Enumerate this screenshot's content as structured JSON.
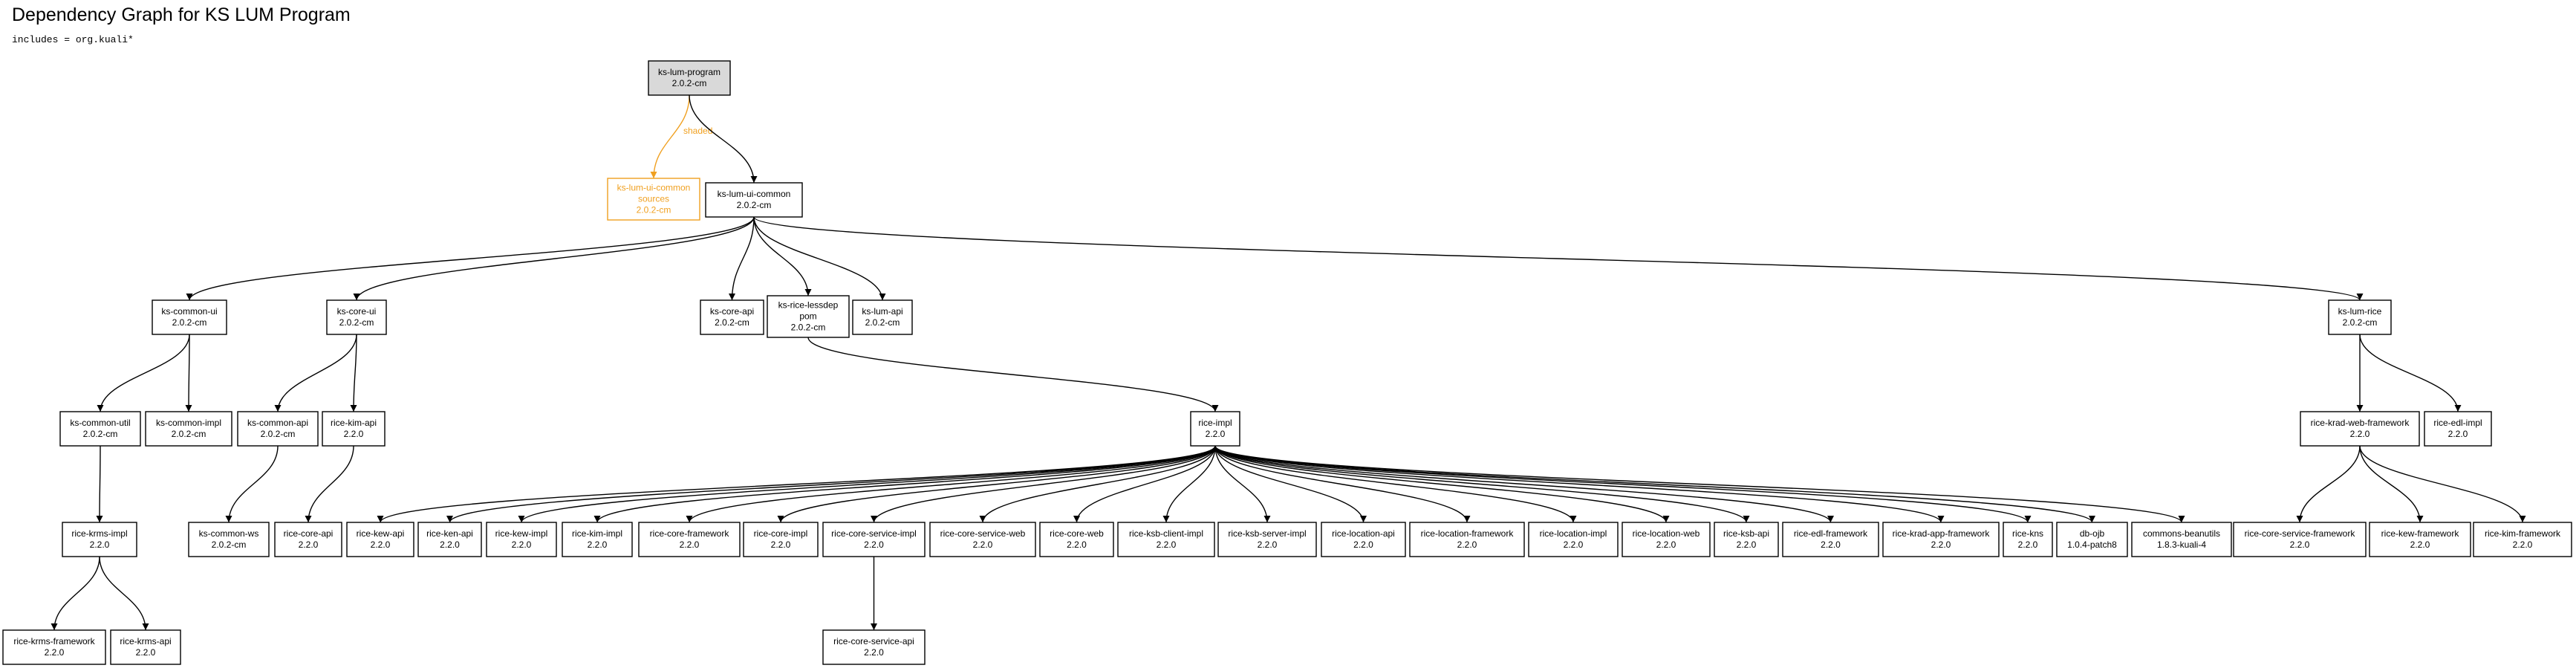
{
  "header": {
    "title": "Dependency Graph for KS LUM Program",
    "subtitle": "includes = org.kuali*"
  },
  "colors": {
    "normal_stroke": "#000000",
    "root_fill": "#d9d9d9",
    "shaded_stroke": "#f0a020"
  },
  "graph": {
    "nodes": [
      {
        "id": "ks-lum-program",
        "lines": [
          "ks-lum-program",
          "2.0.2-cm"
        ],
        "style": "root"
      },
      {
        "id": "ks-lum-ui-common-sources",
        "lines": [
          "ks-lum-ui-common",
          "sources",
          "2.0.2-cm"
        ],
        "style": "shaded"
      },
      {
        "id": "ks-lum-ui-common",
        "lines": [
          "ks-lum-ui-common",
          "2.0.2-cm"
        ],
        "style": "normal"
      },
      {
        "id": "ks-common-ui",
        "lines": [
          "ks-common-ui",
          "2.0.2-cm"
        ],
        "style": "normal"
      },
      {
        "id": "ks-core-ui",
        "lines": [
          "ks-core-ui",
          "2.0.2-cm"
        ],
        "style": "normal"
      },
      {
        "id": "ks-core-api",
        "lines": [
          "ks-core-api",
          "2.0.2-cm"
        ],
        "style": "normal"
      },
      {
        "id": "ks-rice-lessdep-pom",
        "lines": [
          "ks-rice-lessdep",
          "pom",
          "2.0.2-cm"
        ],
        "style": "normal"
      },
      {
        "id": "ks-lum-api",
        "lines": [
          "ks-lum-api",
          "2.0.2-cm"
        ],
        "style": "normal"
      },
      {
        "id": "ks-lum-rice",
        "lines": [
          "ks-lum-rice",
          "2.0.2-cm"
        ],
        "style": "normal"
      },
      {
        "id": "ks-common-util",
        "lines": [
          "ks-common-util",
          "2.0.2-cm"
        ],
        "style": "normal"
      },
      {
        "id": "ks-common-impl",
        "lines": [
          "ks-common-impl",
          "2.0.2-cm"
        ],
        "style": "normal"
      },
      {
        "id": "ks-common-api",
        "lines": [
          "ks-common-api",
          "2.0.2-cm"
        ],
        "style": "normal"
      },
      {
        "id": "rice-kim-api",
        "lines": [
          "rice-kim-api",
          "2.2.0"
        ],
        "style": "normal"
      },
      {
        "id": "rice-impl",
        "lines": [
          "rice-impl",
          "2.2.0"
        ],
        "style": "normal"
      },
      {
        "id": "rice-krad-web-framework",
        "lines": [
          "rice-krad-web-framework",
          "2.2.0"
        ],
        "style": "normal"
      },
      {
        "id": "rice-edl-impl",
        "lines": [
          "rice-edl-impl",
          "2.2.0"
        ],
        "style": "normal"
      },
      {
        "id": "rice-krms-impl",
        "lines": [
          "rice-krms-impl",
          "2.2.0"
        ],
        "style": "normal"
      },
      {
        "id": "ks-common-ws",
        "lines": [
          "ks-common-ws",
          "2.0.2-cm"
        ],
        "style": "normal"
      },
      {
        "id": "rice-core-api",
        "lines": [
          "rice-core-api",
          "2.2.0"
        ],
        "style": "normal"
      },
      {
        "id": "rice-kew-api",
        "lines": [
          "rice-kew-api",
          "2.2.0"
        ],
        "style": "normal"
      },
      {
        "id": "rice-ken-api",
        "lines": [
          "rice-ken-api",
          "2.2.0"
        ],
        "style": "normal"
      },
      {
        "id": "rice-kew-impl",
        "lines": [
          "rice-kew-impl",
          "2.2.0"
        ],
        "style": "normal"
      },
      {
        "id": "rice-kim-impl",
        "lines": [
          "rice-kim-impl",
          "2.2.0"
        ],
        "style": "normal"
      },
      {
        "id": "rice-core-framework",
        "lines": [
          "rice-core-framework",
          "2.2.0"
        ],
        "style": "normal"
      },
      {
        "id": "rice-core-impl",
        "lines": [
          "rice-core-impl",
          "2.2.0"
        ],
        "style": "normal"
      },
      {
        "id": "rice-core-service-impl",
        "lines": [
          "rice-core-service-impl",
          "2.2.0"
        ],
        "style": "normal"
      },
      {
        "id": "rice-core-service-web",
        "lines": [
          "rice-core-service-web",
          "2.2.0"
        ],
        "style": "normal"
      },
      {
        "id": "rice-core-web",
        "lines": [
          "rice-core-web",
          "2.2.0"
        ],
        "style": "normal"
      },
      {
        "id": "rice-ksb-client-impl",
        "lines": [
          "rice-ksb-client-impl",
          "2.2.0"
        ],
        "style": "normal"
      },
      {
        "id": "rice-ksb-server-impl",
        "lines": [
          "rice-ksb-server-impl",
          "2.2.0"
        ],
        "style": "normal"
      },
      {
        "id": "rice-location-api",
        "lines": [
          "rice-location-api",
          "2.2.0"
        ],
        "style": "normal"
      },
      {
        "id": "rice-location-framework",
        "lines": [
          "rice-location-framework",
          "2.2.0"
        ],
        "style": "normal"
      },
      {
        "id": "rice-location-impl",
        "lines": [
          "rice-location-impl",
          "2.2.0"
        ],
        "style": "normal"
      },
      {
        "id": "rice-location-web",
        "lines": [
          "rice-location-web",
          "2.2.0"
        ],
        "style": "normal"
      },
      {
        "id": "rice-ksb-api",
        "lines": [
          "rice-ksb-api",
          "2.2.0"
        ],
        "style": "normal"
      },
      {
        "id": "rice-edl-framework",
        "lines": [
          "rice-edl-framework",
          "2.2.0"
        ],
        "style": "normal"
      },
      {
        "id": "rice-krad-app-framework",
        "lines": [
          "rice-krad-app-framework",
          "2.2.0"
        ],
        "style": "normal"
      },
      {
        "id": "rice-kns",
        "lines": [
          "rice-kns",
          "2.2.0"
        ],
        "style": "normal"
      },
      {
        "id": "db-ojb",
        "lines": [
          "db-ojb",
          "1.0.4-patch8"
        ],
        "style": "normal"
      },
      {
        "id": "commons-beanutils",
        "lines": [
          "commons-beanutils",
          "1.8.3-kuali-4"
        ],
        "style": "normal"
      },
      {
        "id": "rice-core-service-framework",
        "lines": [
          "rice-core-service-framework",
          "2.2.0"
        ],
        "style": "normal"
      },
      {
        "id": "rice-kew-framework",
        "lines": [
          "rice-kew-framework",
          "2.2.0"
        ],
        "style": "normal"
      },
      {
        "id": "rice-kim-framework",
        "lines": [
          "rice-kim-framework",
          "2.2.0"
        ],
        "style": "normal"
      },
      {
        "id": "rice-krms-framework",
        "lines": [
          "rice-krms-framework",
          "2.2.0"
        ],
        "style": "normal"
      },
      {
        "id": "rice-krms-api",
        "lines": [
          "rice-krms-api",
          "2.2.0"
        ],
        "style": "normal"
      },
      {
        "id": "rice-core-service-api",
        "lines": [
          "rice-core-service-api",
          "2.2.0"
        ],
        "style": "normal"
      }
    ],
    "edges": [
      {
        "from": "ks-lum-program",
        "to": "ks-lum-ui-common-sources",
        "style": "shaded",
        "label": "shaded"
      },
      {
        "from": "ks-lum-program",
        "to": "ks-lum-ui-common",
        "style": "normal"
      },
      {
        "from": "ks-lum-ui-common",
        "to": "ks-common-ui",
        "style": "normal"
      },
      {
        "from": "ks-lum-ui-common",
        "to": "ks-core-ui",
        "style": "normal"
      },
      {
        "from": "ks-lum-ui-common",
        "to": "ks-core-api",
        "style": "normal"
      },
      {
        "from": "ks-lum-ui-common",
        "to": "ks-rice-lessdep-pom",
        "style": "normal"
      },
      {
        "from": "ks-lum-ui-common",
        "to": "ks-lum-api",
        "style": "normal"
      },
      {
        "from": "ks-lum-ui-common",
        "to": "ks-lum-rice",
        "style": "normal"
      },
      {
        "from": "ks-common-ui",
        "to": "ks-common-util",
        "style": "normal"
      },
      {
        "from": "ks-common-ui",
        "to": "ks-common-impl",
        "style": "normal"
      },
      {
        "from": "ks-core-ui",
        "to": "ks-common-api",
        "style": "normal"
      },
      {
        "from": "ks-core-ui",
        "to": "rice-kim-api",
        "style": "normal"
      },
      {
        "from": "ks-rice-lessdep-pom",
        "to": "rice-impl",
        "style": "normal"
      },
      {
        "from": "ks-lum-rice",
        "to": "rice-krad-web-framework",
        "style": "normal"
      },
      {
        "from": "ks-lum-rice",
        "to": "rice-edl-impl",
        "style": "normal"
      },
      {
        "from": "ks-common-util",
        "to": "rice-krms-impl",
        "style": "normal"
      },
      {
        "from": "ks-common-api",
        "to": "ks-common-ws",
        "style": "normal"
      },
      {
        "from": "rice-kim-api",
        "to": "rice-core-api",
        "style": "normal"
      },
      {
        "from": "rice-impl",
        "to": "rice-kew-api",
        "style": "normal"
      },
      {
        "from": "rice-impl",
        "to": "rice-ken-api",
        "style": "normal"
      },
      {
        "from": "rice-impl",
        "to": "rice-kew-impl",
        "style": "normal"
      },
      {
        "from": "rice-impl",
        "to": "rice-kim-impl",
        "style": "normal"
      },
      {
        "from": "rice-impl",
        "to": "rice-core-framework",
        "style": "normal"
      },
      {
        "from": "rice-impl",
        "to": "rice-core-impl",
        "style": "normal"
      },
      {
        "from": "rice-impl",
        "to": "rice-core-service-impl",
        "style": "normal"
      },
      {
        "from": "rice-impl",
        "to": "rice-core-service-web",
        "style": "normal"
      },
      {
        "from": "rice-impl",
        "to": "rice-core-web",
        "style": "normal"
      },
      {
        "from": "rice-impl",
        "to": "rice-ksb-client-impl",
        "style": "normal"
      },
      {
        "from": "rice-impl",
        "to": "rice-ksb-server-impl",
        "style": "normal"
      },
      {
        "from": "rice-impl",
        "to": "rice-location-api",
        "style": "normal"
      },
      {
        "from": "rice-impl",
        "to": "rice-location-framework",
        "style": "normal"
      },
      {
        "from": "rice-impl",
        "to": "rice-location-impl",
        "style": "normal"
      },
      {
        "from": "rice-impl",
        "to": "rice-location-web",
        "style": "normal"
      },
      {
        "from": "rice-impl",
        "to": "rice-ksb-api",
        "style": "normal"
      },
      {
        "from": "rice-impl",
        "to": "rice-edl-framework",
        "style": "normal"
      },
      {
        "from": "rice-impl",
        "to": "rice-krad-app-framework",
        "style": "normal"
      },
      {
        "from": "rice-impl",
        "to": "rice-kns",
        "style": "normal"
      },
      {
        "from": "rice-impl",
        "to": "db-ojb",
        "style": "normal"
      },
      {
        "from": "rice-impl",
        "to": "commons-beanutils",
        "style": "normal"
      },
      {
        "from": "rice-krad-web-framework",
        "to": "rice-core-service-framework",
        "style": "normal"
      },
      {
        "from": "rice-krad-web-framework",
        "to": "rice-kew-framework",
        "style": "normal"
      },
      {
        "from": "rice-krad-web-framework",
        "to": "rice-kim-framework",
        "style": "normal"
      },
      {
        "from": "rice-krms-impl",
        "to": "rice-krms-framework",
        "style": "normal"
      },
      {
        "from": "rice-krms-impl",
        "to": "rice-krms-api",
        "style": "normal"
      },
      {
        "from": "rice-core-service-impl",
        "to": "rice-core-service-api",
        "style": "normal"
      }
    ]
  }
}
